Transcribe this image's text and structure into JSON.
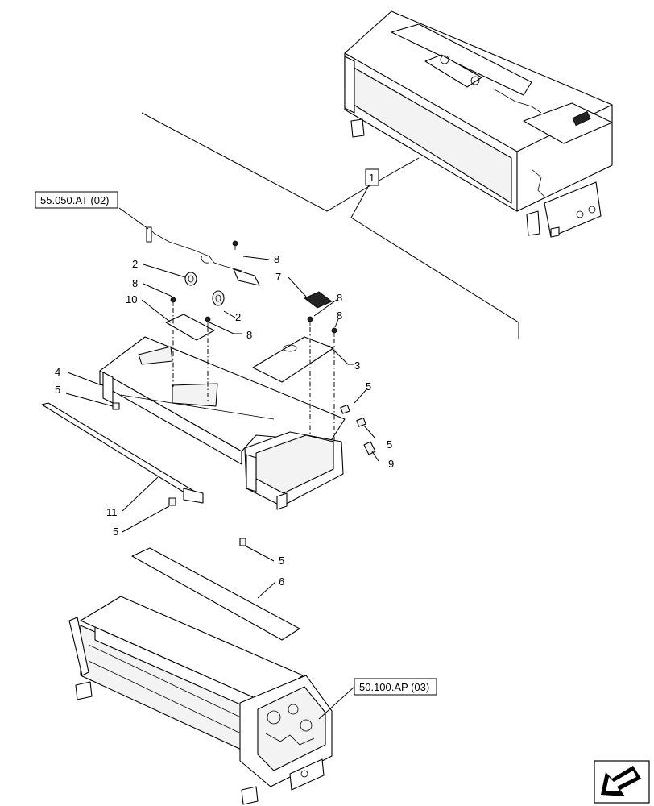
{
  "references": {
    "ref_top": "55.050.AT (02)",
    "ref_bottom": "50.100.AP (03)"
  },
  "callouts": {
    "assembly": "1",
    "knob_upper": "2",
    "knob_lower": "2",
    "cover": "3",
    "housing": "4",
    "clip_left": "5",
    "clip_right_upper": "5",
    "clip_right_lower": "5",
    "clip_bottom": "5",
    "clip_mid": "5",
    "seal": "6",
    "grille": "7",
    "screw_a": "8",
    "screw_b": "8",
    "screw_c": "8",
    "screw_d": "8",
    "screw_e": "8",
    "clip_9": "9",
    "plate": "10",
    "strip": "11"
  },
  "icons": {
    "nav": "arrow-down-left-icon"
  }
}
